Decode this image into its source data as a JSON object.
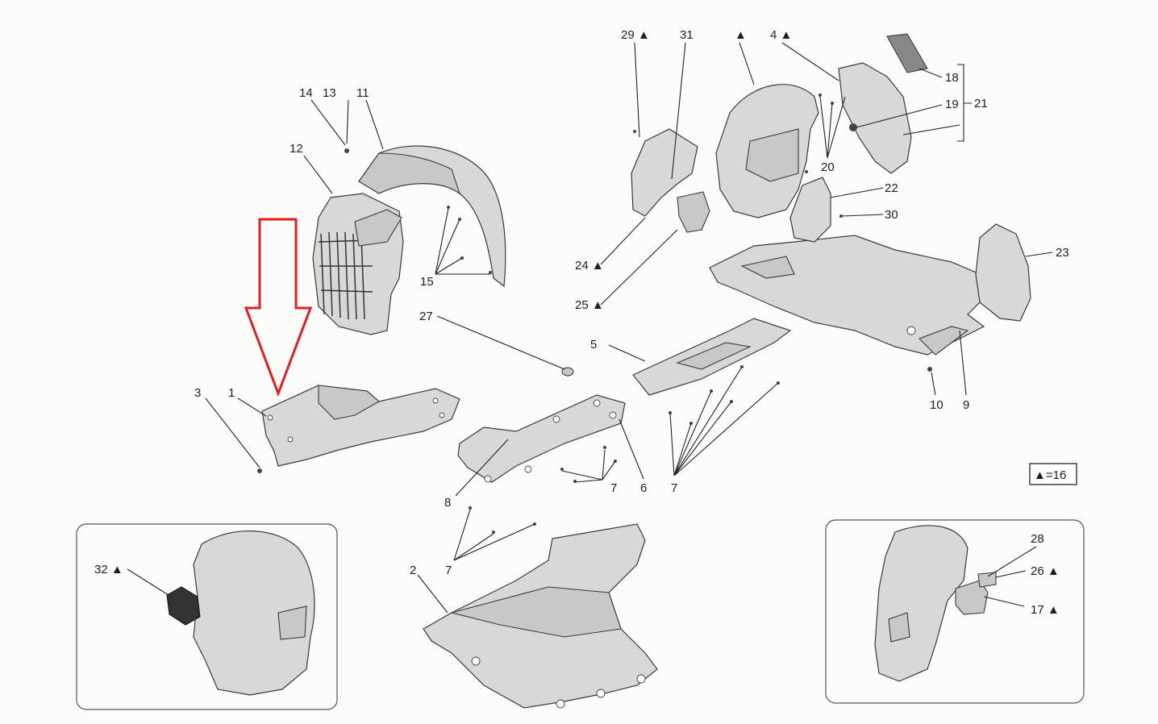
{
  "labels": {
    "l1": "1",
    "l2": "2",
    "l3": "3",
    "l4": "4 ▲",
    "l5": "5",
    "l6": "6",
    "l7a": "7",
    "l7b": "7",
    "l7c": "7",
    "l8": "8",
    "l9": "9",
    "l10": "10",
    "l11": "11",
    "l12": "12",
    "l13": "13",
    "l14": "14",
    "l15": "15",
    "l17": "17 ▲",
    "l18": "18",
    "l19": "19",
    "l20": "20",
    "l21": "21",
    "l22": "22",
    "l23": "23",
    "l24": "24 ▲",
    "l25": "25 ▲",
    "l26": "26 ▲",
    "l27": "27",
    "l28": "28",
    "l29": "29 ▲",
    "l30": "30",
    "l31": "31",
    "l32": "32 ▲",
    "ltri": "▲"
  },
  "legend": {
    "text": "▲=16"
  },
  "colors": {
    "arrow": "#e02020",
    "part": "#d8d8d6",
    "line": "#222222"
  }
}
